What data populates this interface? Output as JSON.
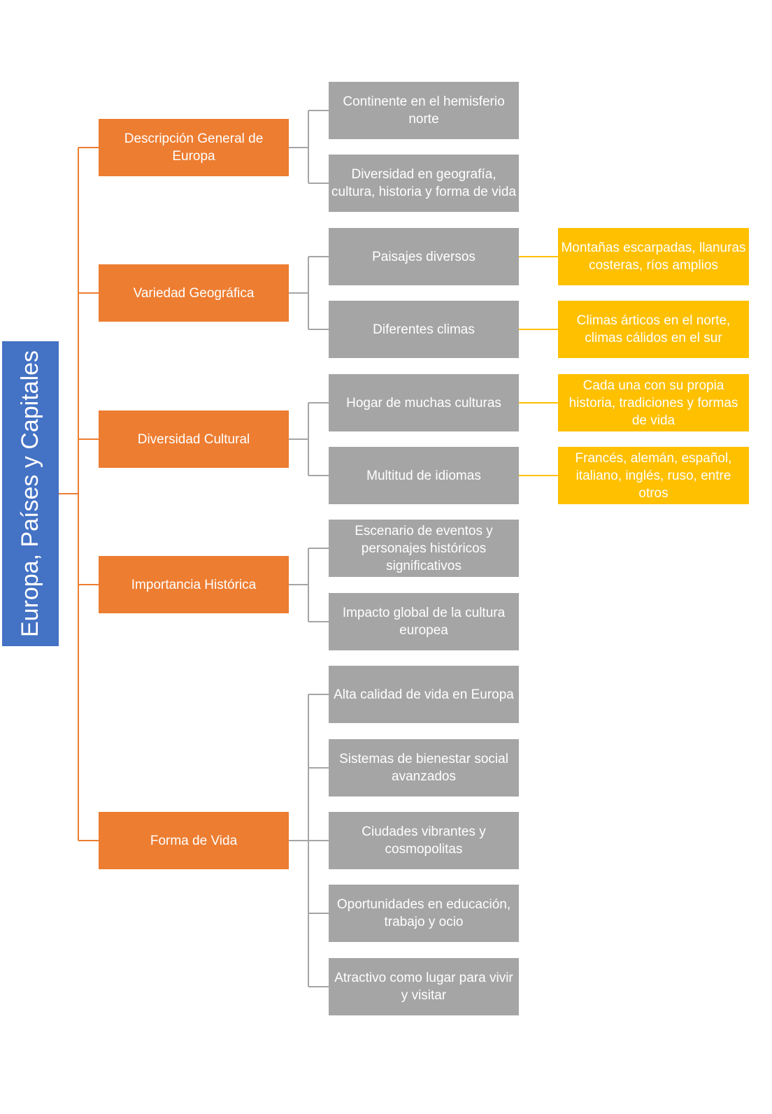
{
  "root": {
    "label": "Europa, Países y Capitales"
  },
  "categories": [
    {
      "label": "Descripción General de Europa",
      "items": [
        {
          "label": "Continente en el hemisferio norte"
        },
        {
          "label": "Diversidad en geografía, cultura, historia y forma de vida"
        }
      ]
    },
    {
      "label": "Variedad Geográfica",
      "items": [
        {
          "label": "Paisajes diversos",
          "detail": "Montañas escarpadas, llanuras costeras, ríos amplios"
        },
        {
          "label": "Diferentes climas",
          "detail": "Climas árticos en el norte, climas cálidos en el sur"
        }
      ]
    },
    {
      "label": "Diversidad Cultural",
      "items": [
        {
          "label": "Hogar de muchas culturas",
          "detail": "Cada una con su propia historia, tradiciones y formas de vida"
        },
        {
          "label": "Multitud de idiomas",
          "detail": "Francés, alemán, español, italiano, inglés, ruso, entre otros"
        }
      ]
    },
    {
      "label": "Importancia Histórica",
      "items": [
        {
          "label": "Escenario de eventos y personajes históricos significativos"
        },
        {
          "label": "Impacto global de la cultura europea"
        }
      ]
    },
    {
      "label": "Forma de Vida",
      "items": [
        {
          "label": "Alta calidad de vida en Europa"
        },
        {
          "label": "Sistemas de bienestar social avanzados"
        },
        {
          "label": "Ciudades vibrantes y cosmopolitas"
        },
        {
          "label": "Oportunidades en educación, trabajo y ocio"
        },
        {
          "label": "Atractivo como lugar para vivir y visitar"
        }
      ]
    }
  ],
  "colors": {
    "root": "#4472c4",
    "category": "#ed7d31",
    "item": "#a5a5a5",
    "detail": "#ffc000",
    "line_root": "#ed7d31",
    "line_item": "#a5a5a5",
    "line_detail": "#ffc000"
  }
}
